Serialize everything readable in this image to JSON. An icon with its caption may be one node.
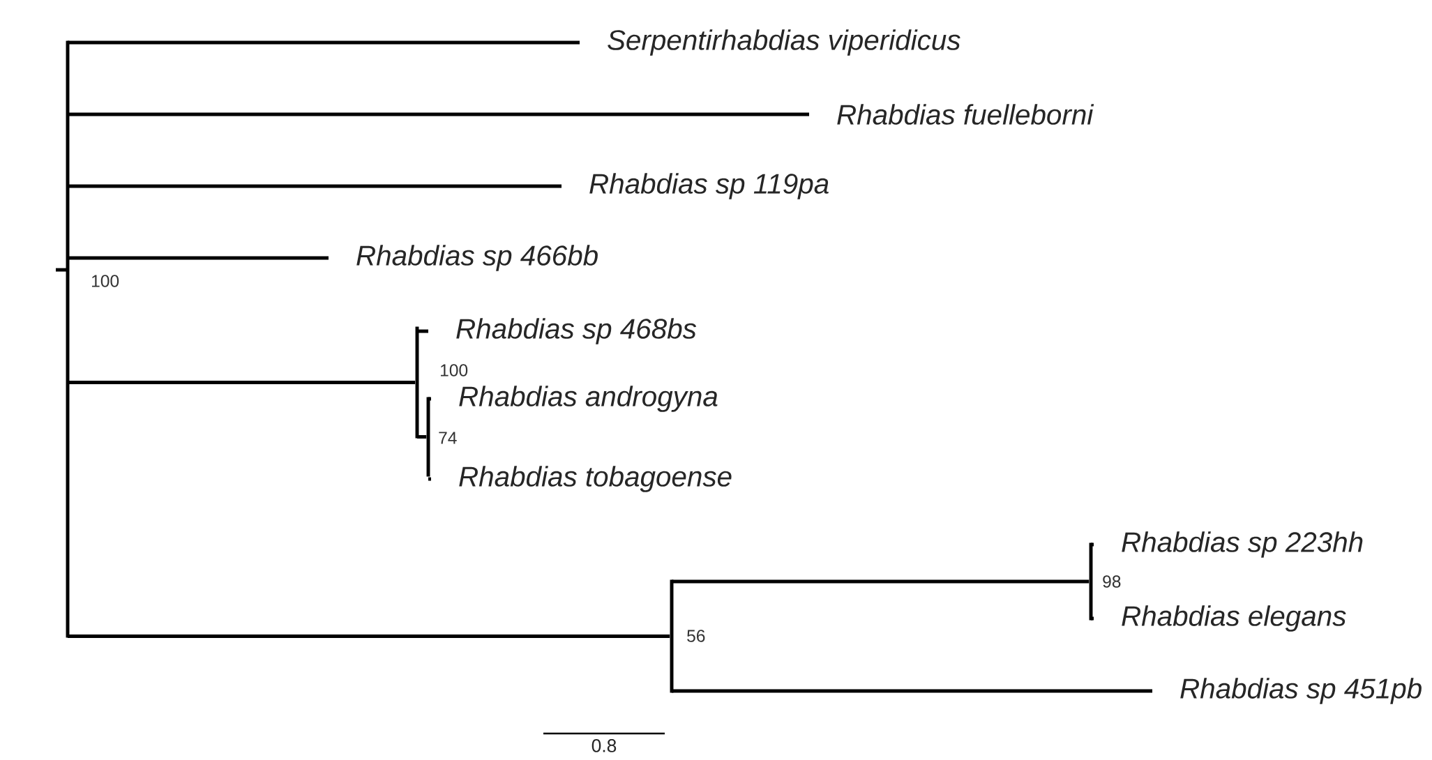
{
  "diagram": {
    "nodes": [
      {
        "text": [
          "Serpentirhabdias viperidicus"
        ]
      },
      {
        "text": [
          "Rhabdias fuelleborni"
        ]
      },
      {
        "text": [
          "Rhabdias sp 119pa"
        ]
      },
      {
        "text": [
          "Rhabdias sp 466bb"
        ]
      },
      {
        "text": [
          "Rhabdias sp 468bs"
        ]
      },
      {
        "text": [
          "Rhabdias androgyna"
        ]
      },
      {
        "text": [
          "Rhabdias tobagoense"
        ]
      },
      {
        "text": [
          "Rhabdias sp 223hh"
        ]
      },
      {
        "text": [
          "Rhabdias elegans"
        ]
      },
      {
        "text": [
          "Rhabdias sp 451pb"
        ]
      },
      {
        "text": [],
        "shape": "bar"
      },
      {
        "text": [],
        "shape": "bar"
      },
      {
        "text": [],
        "shape": "bar"
      },
      {
        "text": [],
        "shape": "bar"
      },
      {
        "text": [],
        "shape": "bar"
      }
    ],
    "edges": [
      {
        "from": 10,
        "to": 0,
        "arrow": "none"
      },
      {
        "from": 10,
        "to": 1,
        "arrow": "none"
      },
      {
        "from": 10,
        "to": 2,
        "arrow": "none"
      },
      {
        "from": 10,
        "to": 3,
        "arrow": "none"
      },
      {
        "from": 10,
        "to": 11,
        "arrow": "none"
      },
      {
        "from": 10,
        "to": 13,
        "arrow": "none"
      },
      {
        "from": 11,
        "to": 4,
        "arrow": "none"
      },
      {
        "from": 11,
        "to": 12,
        "arrow": "none"
      },
      {
        "from": 12,
        "to": 5,
        "arrow": "none"
      },
      {
        "from": 12,
        "to": 6,
        "arrow": "none"
      },
      {
        "from": 13,
        "to": 14,
        "arrow": "none"
      },
      {
        "from": 13,
        "to": 9,
        "arrow": "none"
      },
      {
        "from": 14,
        "to": 7,
        "arrow": "none"
      },
      {
        "from": 14,
        "to": 8,
        "arrow": "none"
      }
    ],
    "labels": [
      "100",
      "100",
      "74",
      "98",
      "56",
      "0.8"
    ]
  }
}
